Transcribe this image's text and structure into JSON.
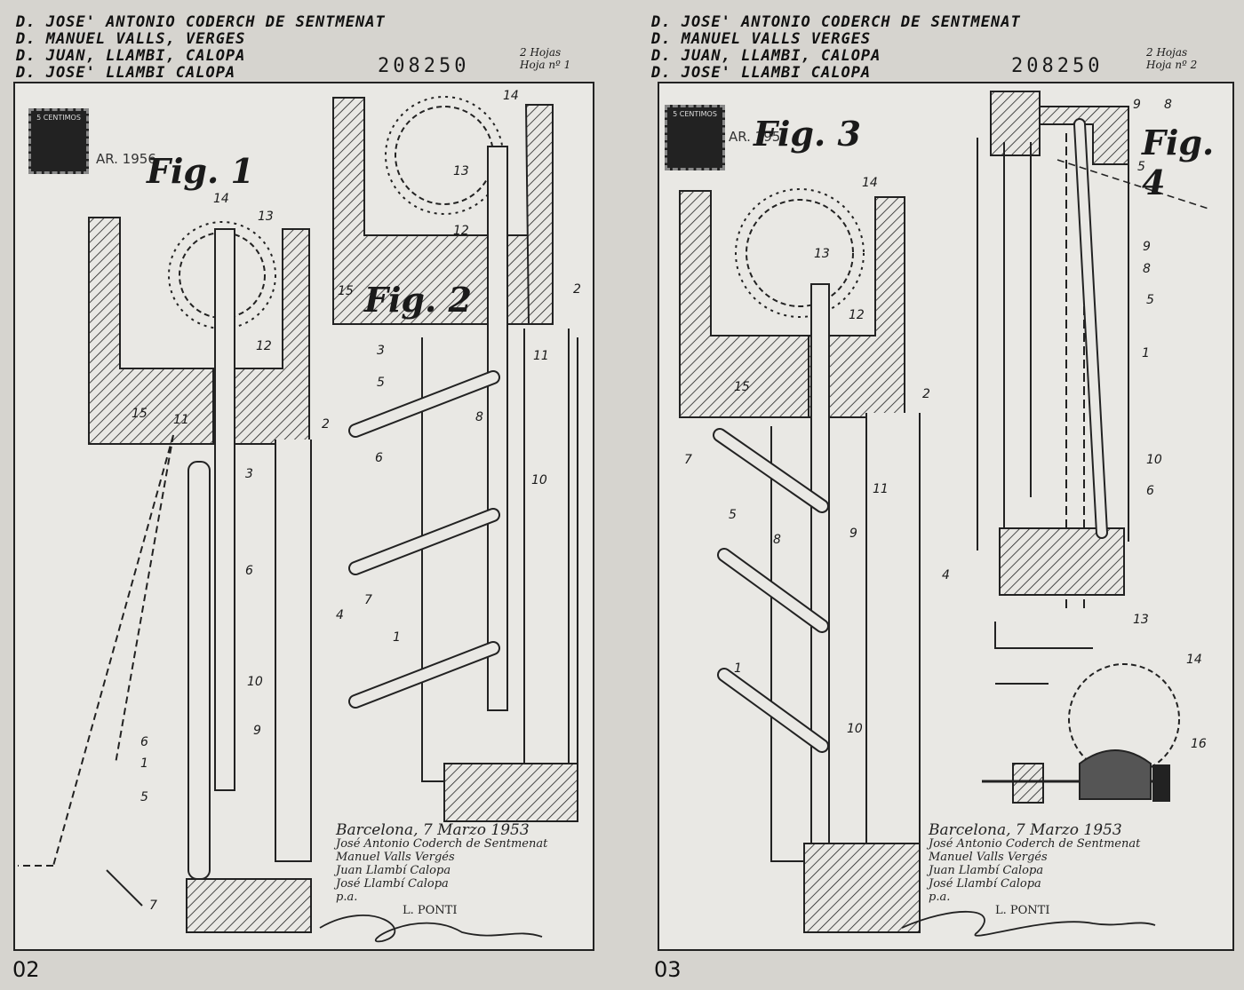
{
  "left_page": {
    "applicants": [
      "D. JOSE' ANTONIO CODERCH DE SENTMENAT",
      "D. MANUEL VALLS, VERGES",
      "D. JUAN, LLAMBI, CALOPA",
      "D. JOSE' LLAMBI CALOPA"
    ],
    "patent_number": "208250",
    "sheet_note": [
      "2 Hojas",
      "Hoja nº 1"
    ],
    "stamp_text": "5 CENTIMOS",
    "stamp_date": "AR. 1956",
    "fig1": "Fig. 1",
    "fig2": "Fig. 2",
    "signature": {
      "date": "Barcelona, 7 Marzo 1953",
      "names": [
        "José Antonio Coderch de Sentmenat",
        "Manuel Valls Vergés",
        "Juan Llambí Calopa",
        "José Llambí Calopa",
        "p.a."
      ],
      "agent": "L. PONTI"
    },
    "page_number": "02"
  },
  "right_page": {
    "applicants": [
      "D. JOSE' ANTONIO CODERCH DE SENTMENAT",
      "D. MANUEL VALLS VERGES",
      "D. JUAN, LLAMBI, CALOPA",
      "D. JOSE' LLAMBI CALOPA"
    ],
    "patent_number": "208250",
    "sheet_note": [
      "2 Hojas",
      "Hoja nº 2"
    ],
    "stamp_text": "5 CENTIMOS",
    "stamp_date": "AR. 195",
    "fig3": "Fig. 3",
    "fig4": "Fig. 4",
    "signature": {
      "date": "Barcelona, 7 Marzo 1953",
      "names": [
        "José Antonio Coderch de Sentmenat",
        "Manuel Valls Vergés",
        "Juan Llambí Calopa",
        "José Llambí Calopa",
        "p.a."
      ],
      "agent": "L. PONTI"
    },
    "page_number": "03"
  },
  "refs": {
    "fig1": [
      "14",
      "13",
      "12",
      "15",
      "11",
      "2",
      "3",
      "6",
      "4",
      "10",
      "9",
      "6",
      "1",
      "5",
      "7"
    ],
    "fig2": [
      "14",
      "13",
      "12",
      "15",
      "2",
      "3",
      "11",
      "5",
      "8",
      "6",
      "10",
      "7",
      "1"
    ],
    "fig3": [
      "14",
      "13",
      "12",
      "15",
      "2",
      "7",
      "5",
      "11",
      "8",
      "9",
      "4",
      "1",
      "10"
    ],
    "fig4": [
      "9",
      "8",
      "5",
      "9",
      "8",
      "5",
      "1",
      "10",
      "6",
      "13",
      "14",
      "16"
    ]
  }
}
